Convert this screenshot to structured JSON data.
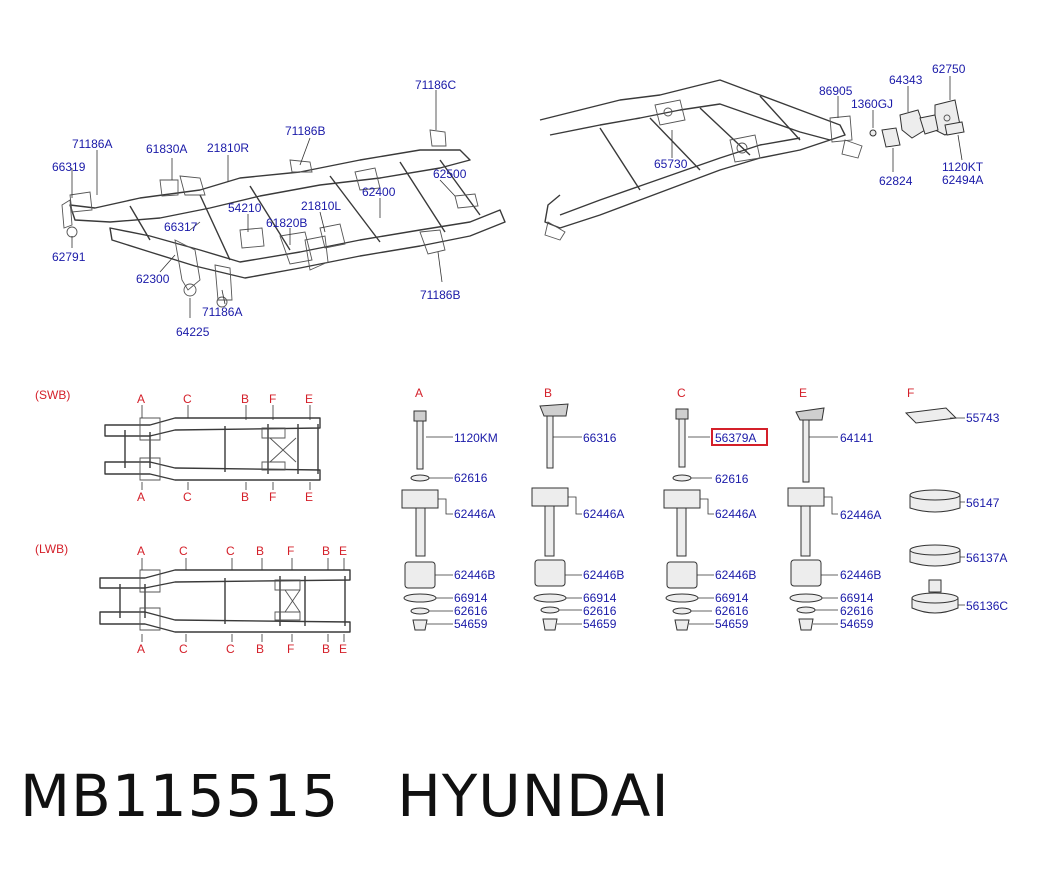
{
  "top_left_labels": [
    "71186C",
    "71186A",
    "66319",
    "61830A",
    "21810R",
    "71186B",
    "62500",
    "62400",
    "21810L",
    "54210",
    "66317",
    "61820B",
    "62791",
    "62300",
    "71186A",
    "64225",
    "71186B"
  ],
  "top_right_labels": [
    "86905",
    "65730",
    "1360GJ",
    "64343",
    "62750",
    "62824",
    "1120KT",
    "62494A"
  ],
  "variants": {
    "swb": "(SWB)",
    "lwb": "(LWB)"
  },
  "swb_letters_top": [
    "A",
    "C",
    "B",
    "F",
    "E"
  ],
  "swb_letters_bottom": [
    "A",
    "C",
    "B",
    "F",
    "E"
  ],
  "lwb_letters_top": [
    "A",
    "C",
    "C",
    "B",
    "F",
    "B",
    "E"
  ],
  "lwb_letters_bottom": [
    "A",
    "C",
    "C",
    "B",
    "F",
    "B",
    "E"
  ],
  "columns": {
    "A": {
      "header": "A",
      "bolt": "1120KM",
      "washer_top": "62616",
      "bushing_upper": "62446A",
      "bushing_lower": "62446B",
      "washer_large": "66914",
      "washer_small": "62616",
      "nut": "54659"
    },
    "B": {
      "header": "B",
      "bolt": "66316",
      "bushing_upper": "62446A",
      "bushing_lower": "62446B",
      "washer_large": "66914",
      "washer_small": "62616",
      "nut": "54659"
    },
    "C": {
      "header": "C",
      "bolt": "56379A",
      "washer_top": "62616",
      "bushing_upper": "62446A",
      "bushing_lower": "62446B",
      "washer_large": "66914",
      "washer_small": "62616",
      "nut": "54659"
    },
    "E": {
      "header": "E",
      "bolt": "64141",
      "bushing_upper": "62446A",
      "bushing_lower": "62446B",
      "washer_large": "66914",
      "washer_small": "62616",
      "nut": "54659"
    },
    "F": {
      "header": "F",
      "plate": "55743",
      "mount_1": "56147",
      "mount_2": "56137A",
      "mount_3": "56136C"
    }
  },
  "highlighted_part": "56379A",
  "highlight_color": "#d4202a",
  "label_color": "#1a1aa8",
  "footer": {
    "part_number": "MB115515",
    "brand": "HYUNDAI"
  }
}
